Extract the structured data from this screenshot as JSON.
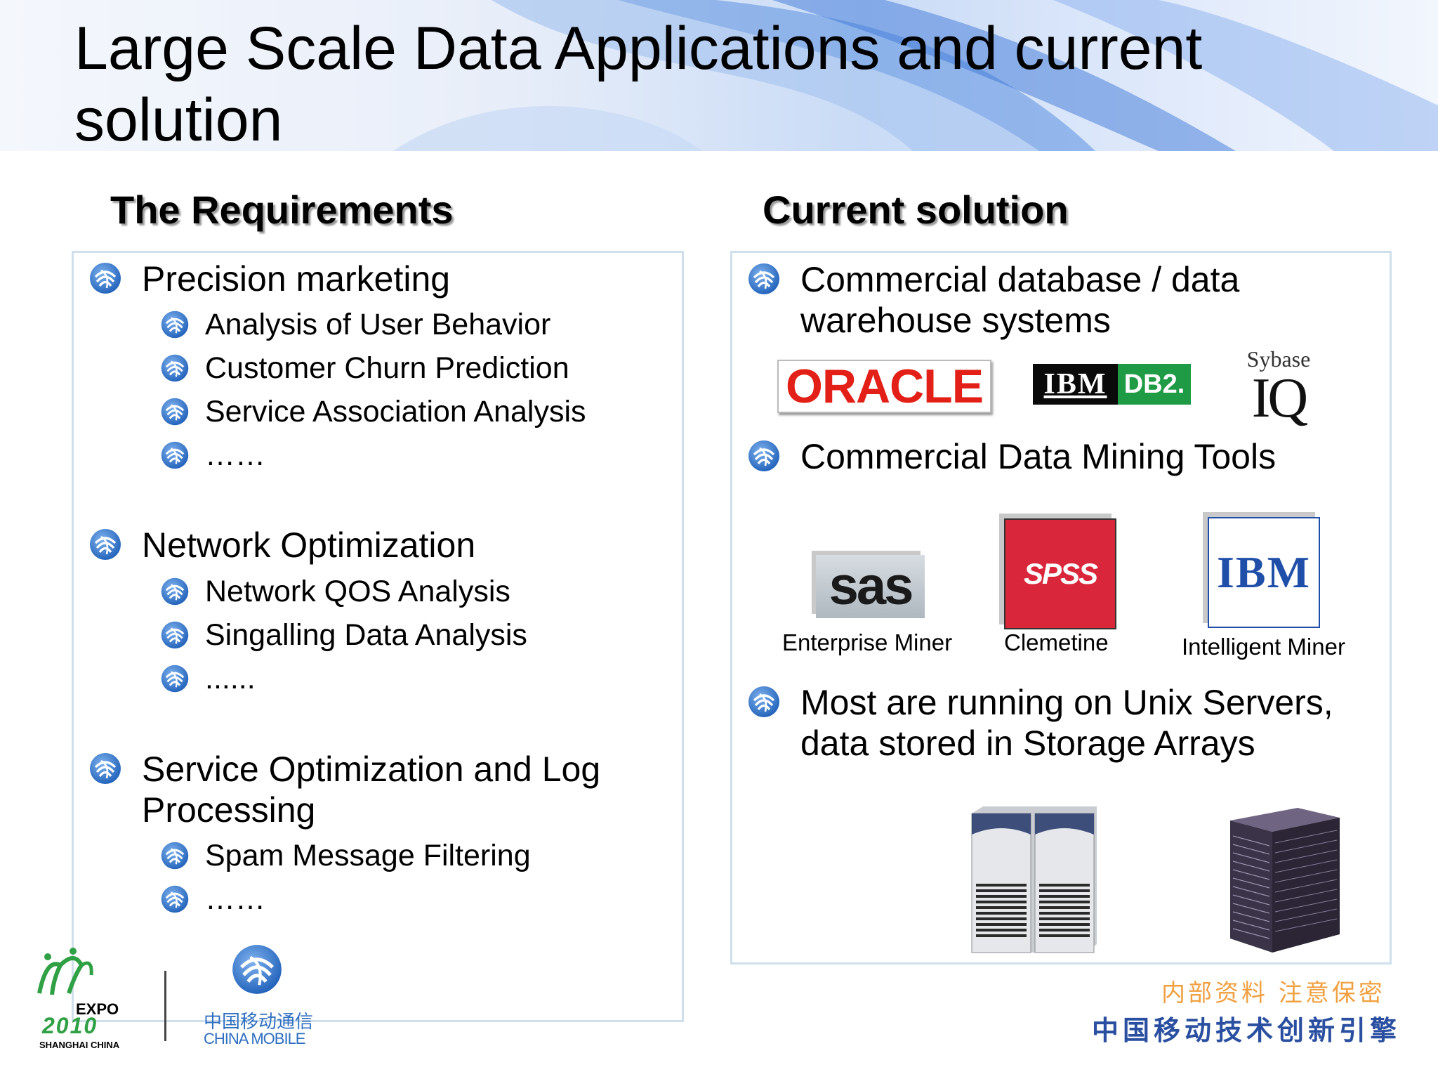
{
  "title": "Large Scale Data Applications and current solution",
  "requirements": {
    "heading": "The Requirements",
    "groups": [
      {
        "label": "Precision marketing",
        "items": [
          "Analysis of User Behavior",
          "Customer Churn Prediction",
          "Service Association Analysis",
          "……"
        ]
      },
      {
        "label": "Network Optimization",
        "items": [
          "Network QOS Analysis",
          "Singalling Data Analysis",
          "......"
        ]
      },
      {
        "label": "Service Optimization and Log Processing",
        "label_lines": [
          "Service Optimization and Log",
          "Processing"
        ],
        "items": [
          "Spam Message Filtering",
          "……"
        ]
      }
    ]
  },
  "solution": {
    "heading": "Current solution",
    "points": [
      {
        "label_lines": [
          "Commercial database / data",
          "warehouse systems"
        ]
      },
      {
        "label_lines": [
          "Commercial  Data Mining Tools"
        ]
      },
      {
        "label_lines": [
          "Most are running on Unix Servers,",
          "data stored in Storage Arrays"
        ]
      }
    ],
    "db_logos": {
      "oracle": "ORACLE",
      "ibm": "IBM",
      "db2": "DB2.",
      "sybase_top": "Sybase",
      "sybase_bottom": "IQ"
    },
    "tools": [
      {
        "logo": "sas",
        "caption": "Enterprise Miner"
      },
      {
        "logo": "SPSS",
        "caption": "Clemetine"
      },
      {
        "logo": "IBM",
        "caption": "Intelligent Miner"
      }
    ]
  },
  "footer": {
    "expo_text": "EXPO",
    "expo_year": "2010",
    "expo_city": "SHANGHAI CHINA",
    "cm_chinese": "中国移动通信",
    "cm_english": "CHINA MOBILE",
    "stamp": "内部资料   注意保密",
    "slogan": "中国移动技术创新引擎"
  },
  "colors": {
    "bullet": "#2f6fc0",
    "panel_border": "#cfe0ec",
    "oracle_red": "#e32017",
    "db2_green": "#1f9a45",
    "spss_red": "#d9263a",
    "ibm_blue": "#1f4fa8",
    "stamp": "#f0a040",
    "slogan": "#2a4fa0"
  }
}
